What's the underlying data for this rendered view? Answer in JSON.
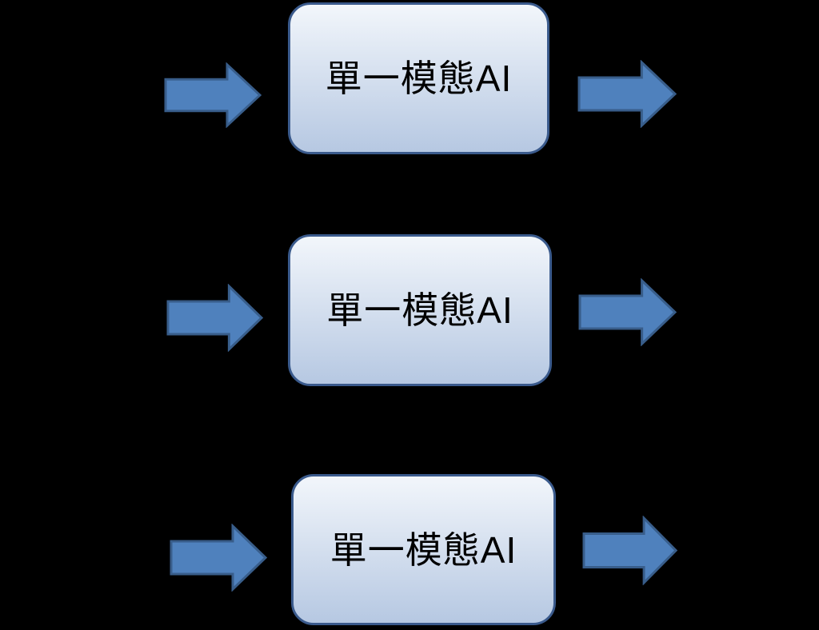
{
  "background_color": "#000000",
  "diagram": {
    "rows": [
      {
        "label": "單一模態AI"
      },
      {
        "label": "單一模態AI"
      },
      {
        "label": "單一模態AI"
      }
    ],
    "icons": {
      "input_arrow": "right-block-arrow",
      "output_arrow": "right-block-arrow"
    },
    "colors": {
      "background_color": "#000000",
      "arrow_fill": "#4F81BD",
      "arrow_border": "#385D8A",
      "box_border": "#3A5A8C",
      "box_gradient_top": "#F2F6FB",
      "box_gradient_bottom": "#B6C8E2",
      "text_color": "#000000"
    }
  }
}
